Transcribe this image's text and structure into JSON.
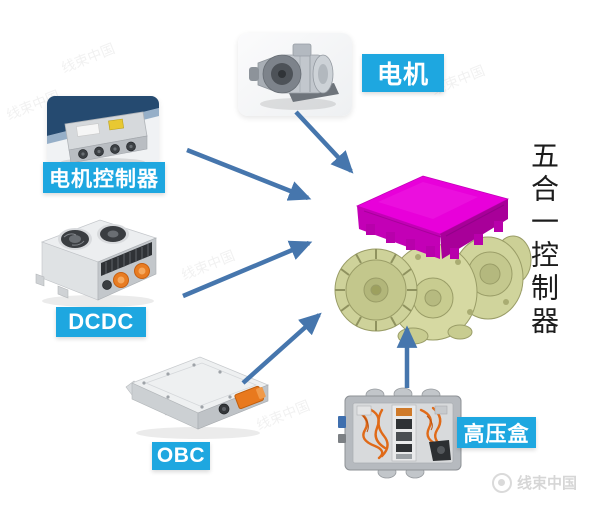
{
  "diagram": {
    "title": {
      "text": "五合一控制器"
    },
    "nodes": [
      {
        "id": "motor",
        "label": "电机"
      },
      {
        "id": "motor-controller",
        "label": "电机控制器"
      },
      {
        "id": "dcdc",
        "label": "DCDC"
      },
      {
        "id": "obc",
        "label": "OBC"
      },
      {
        "id": "hv-box",
        "label": "高压盒"
      },
      {
        "id": "five-in-one-controller",
        "label": "五合一控制器"
      }
    ],
    "edges": [
      {
        "from": "motor",
        "to": "five-in-one-controller"
      },
      {
        "from": "motor-controller",
        "to": "five-in-one-controller"
      },
      {
        "from": "dcdc",
        "to": "five-in-one-controller"
      },
      {
        "from": "obc",
        "to": "five-in-one-controller"
      },
      {
        "from": "hv-box",
        "to": "five-in-one-controller"
      }
    ],
    "colors": {
      "badge_blue": "#1ea7e0",
      "arrow_blue": "#4676ad",
      "controller_magenta": "#e800da",
      "drive_unit_olive": "#d4d79e",
      "title_text": "#1c1c1c",
      "watermark_gray": "#d6d6d6"
    }
  },
  "watermark": {
    "brand": "线束中国"
  }
}
